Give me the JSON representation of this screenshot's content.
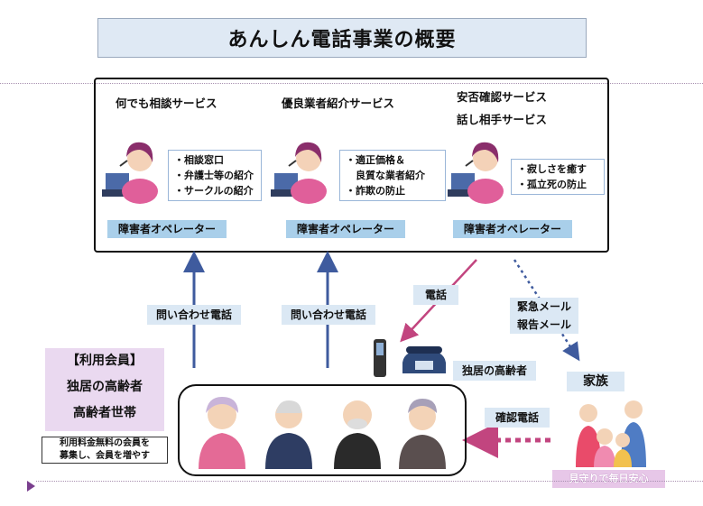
{
  "title": "あんしん電話事業の概要",
  "services": [
    {
      "title_lines": [
        "何でも相談サービス"
      ],
      "items": [
        "・相談窓口",
        "・弁護士等の紹介",
        "・サークルの紹介"
      ],
      "operator": "障害者オペレーター"
    },
    {
      "title_lines": [
        "優良業者紹介サービス"
      ],
      "items": [
        "・適正価格＆",
        "　良質な業者紹介",
        "・詐欺の防止"
      ],
      "operator": "障害者オペレーター"
    },
    {
      "title_lines": [
        "安否確認サービス",
        "話し相手サービス"
      ],
      "items": [
        "・寂しさを癒す",
        "・孤立死の防止"
      ],
      "operator": "障害者オペレーター"
    }
  ],
  "arrows": {
    "inquiry_call": "問い合わせ電話",
    "call": "電話",
    "emergency": [
      "緊急メール",
      "報告メール"
    ],
    "confirm_call": "確認電話"
  },
  "member": {
    "heading": "【利用会員】",
    "line1": "独居の高齢者",
    "line2": "高齢者世帯"
  },
  "note": [
    "利用料金無料の会員を",
    "募集し、会員を増やす"
  ],
  "single_elderly": "独居の高齢者",
  "family": "家族",
  "mimamori": "見守りで毎日安心",
  "colors": {
    "operator_bg": "#a9cfea",
    "label_bg": "#dbe8f4",
    "member_bg": "#ead9f0",
    "arrow_blue": "#3f5b9e",
    "arrow_pink": "#c2457f"
  }
}
